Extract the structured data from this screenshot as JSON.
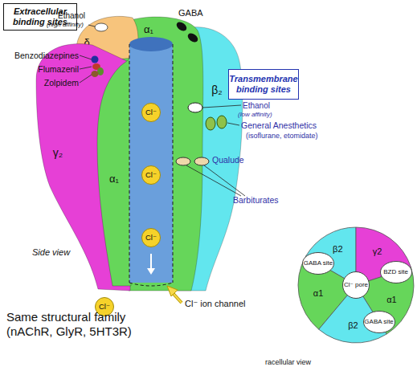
{
  "diagram": {
    "nodes": [
      {
        "text": [
          "Extracellular binding sites"
        ]
      },
      {
        "text": [
          "δ"
        ]
      },
      {
        "text": [
          "α₁"
        ]
      },
      {
        "text": [
          "γ₂"
        ]
      },
      {
        "text": [
          "α₁"
        ]
      },
      {
        "text": [
          "β₂"
        ]
      },
      {
        "text": [
          "Transmembrane binding sites"
        ]
      },
      {
        "text": [
          "Cl⁻"
        ]
      },
      {
        "text": [
          "Cl⁻"
        ]
      },
      {
        "text": [
          "Cl⁻"
        ]
      },
      {
        "text": [
          "Cl⁻"
        ]
      },
      {
        "text": [
          "β2"
        ]
      },
      {
        "text": [
          "γ2"
        ]
      },
      {
        "text": [
          "GABA site"
        ]
      },
      {
        "text": [
          "Cl⁻ pore"
        ]
      },
      {
        "text": [
          "BZD site"
        ]
      },
      {
        "text": [
          "α1"
        ]
      },
      {
        "text": [
          "α1"
        ]
      },
      {
        "text": [
          "GABA site"
        ]
      },
      {
        "text": [
          "β2"
        ]
      }
    ],
    "labels": [
      "Ethanol",
      "(high affinity)",
      "GABA",
      "Benzodiazepines",
      "Flumazenil",
      "Zolpidem",
      "Ethanol",
      "(low affinity)",
      "General Anesthetics",
      "(isoflurane, etomidate)",
      "Qualude",
      "Barbiturates",
      "Side view",
      "Cl⁻ ion channel",
      "Same structural family (nAChR, GlyR, 5HT3R)",
      "racellular view"
    ]
  }
}
